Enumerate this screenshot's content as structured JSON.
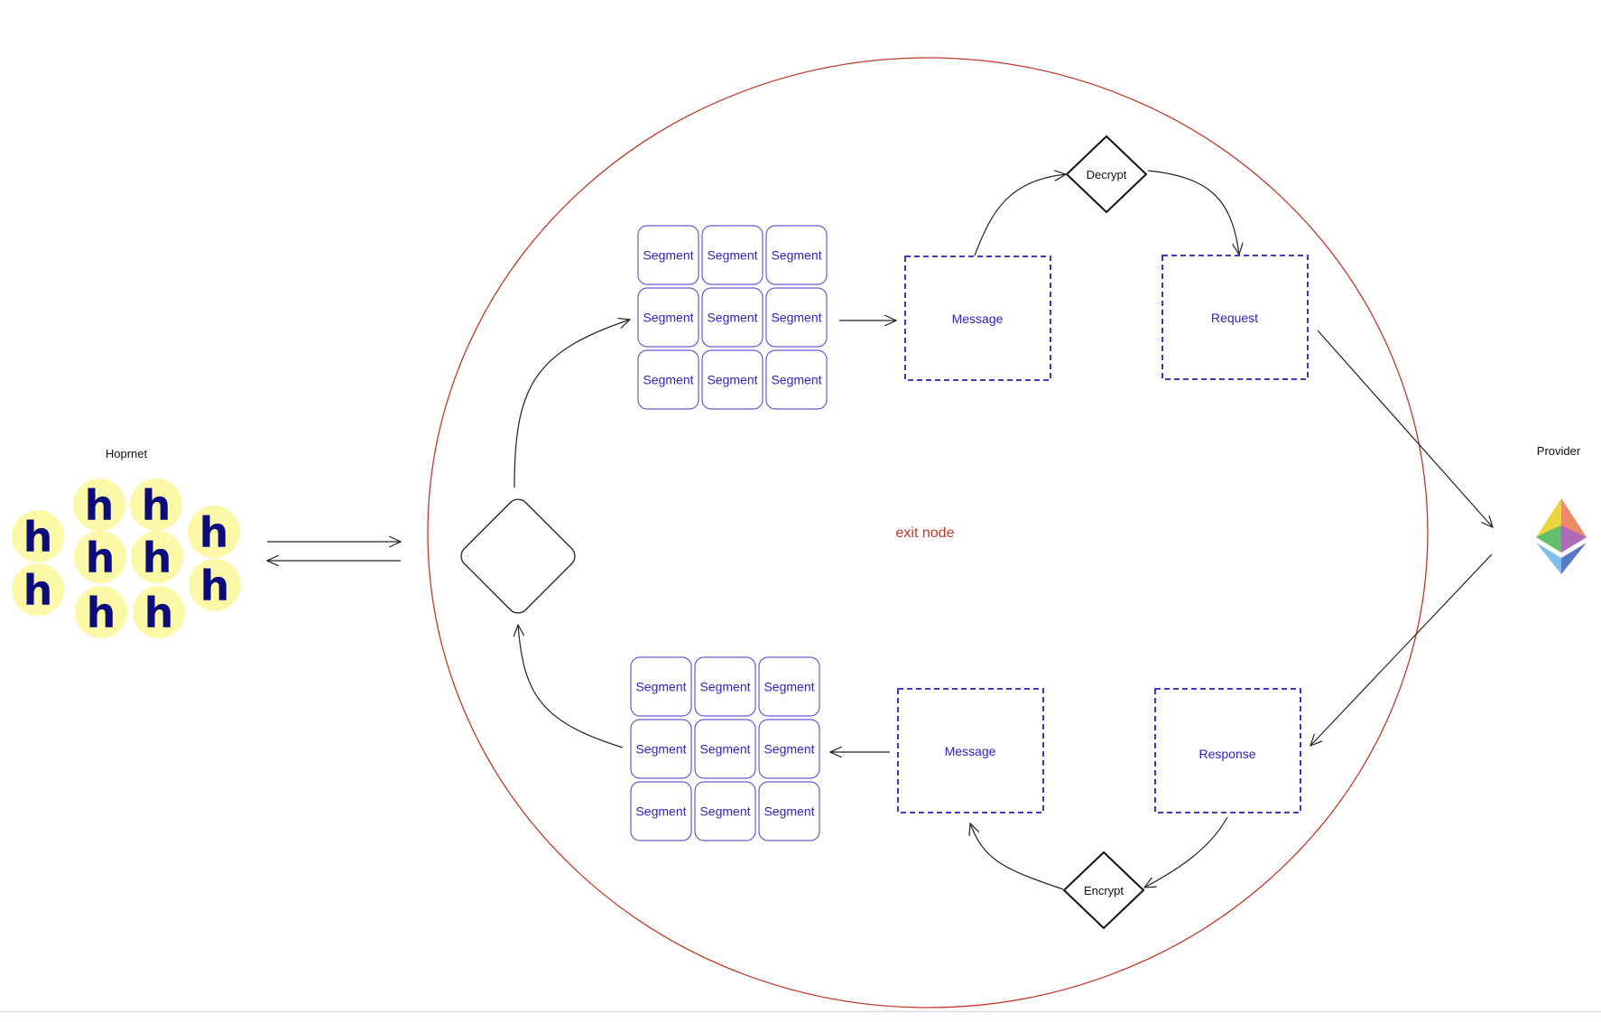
{
  "colors": {
    "exit_node_circle": "#c0392b",
    "segment_border": "#6a5acd",
    "segment_text": "#3322bb",
    "dashed_box_border": "#2a20b8",
    "hopr_circle_fill": "#fbf8a8",
    "hopr_letter": "#0c0c7a"
  },
  "hoprnet": {
    "label": "Hoprnet",
    "nodes": [
      "h",
      "h",
      "h",
      "h",
      "h",
      "h",
      "h",
      "h",
      "h",
      "h"
    ]
  },
  "exit_node": {
    "label": "exit node"
  },
  "provider": {
    "label": "Provider",
    "icon": "ethereum-logo-icon"
  },
  "request_path": {
    "segments": [
      "Segment",
      "Segment",
      "Segment",
      "Segment",
      "Segment",
      "Segment",
      "Segment",
      "Segment",
      "Segment"
    ],
    "message_label": "Message",
    "decrypt_label": "Decrypt",
    "request_label": "Request"
  },
  "response_path": {
    "segments": [
      "Segment",
      "Segment",
      "Segment",
      "Segment",
      "Segment",
      "Segment",
      "Segment",
      "Segment",
      "Segment"
    ],
    "message_label": "Message",
    "encrypt_label": "Encrypt",
    "response_label": "Response"
  }
}
